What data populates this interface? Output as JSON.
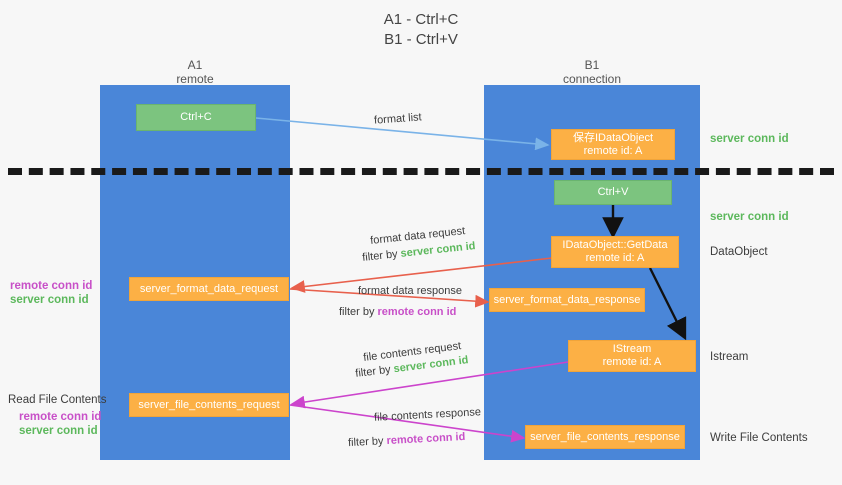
{
  "title": {
    "line1": "A1 - Ctrl+C",
    "line2": "B1 - Ctrl+V"
  },
  "lanes": [
    {
      "name": "A1",
      "sub": "remote"
    },
    {
      "name": "B1",
      "sub": "connection"
    }
  ],
  "colors": {
    "lane": "#4a86d8",
    "green_box": "#7cc47f",
    "orange_box": "#fcb045",
    "server_conn_id": "#5cb85c",
    "remote_conn_id": "#c850c8",
    "arrow_blue": "#7ab3e8",
    "arrow_red": "#e8604c",
    "arrow_magenta": "#cc44cc",
    "arrow_black": "#111111",
    "background": "#f7f7f7"
  },
  "boxes": {
    "ctrl_c": {
      "line1": "Ctrl+C"
    },
    "save_idataobject": {
      "line1": "保存IDataObject",
      "line2": "remote id: A"
    },
    "ctrl_v": {
      "line1": "Ctrl+V"
    },
    "getdata": {
      "line1": "IDataObject::GetData",
      "line2": "remote id: A"
    },
    "istream": {
      "line1": "IStream",
      "line2": "remote id: A"
    },
    "server_format_data_request": {
      "line1": "server_format_data_request"
    },
    "server_format_data_response": {
      "line1": "server_format_data_response"
    },
    "server_file_contents_request": {
      "line1": "server_file_contents_request"
    },
    "server_file_contents_response": {
      "line1": "server_file_contents_response"
    }
  },
  "edge_labels": {
    "format_list": "format list",
    "format_data_request": "format data request",
    "format_data_request_filter_prefix": "filter by ",
    "format_data_request_filter_value": "server conn id",
    "format_data_response": "format data response",
    "format_data_response_filter_prefix": "filter by ",
    "format_data_response_filter_value": "remote conn id",
    "file_contents_request": "file contents request",
    "file_contents_request_filter_prefix": "filter by ",
    "file_contents_request_filter_value": "server conn id",
    "file_contents_response": "file contents response",
    "file_contents_response_filter_prefix": "filter by ",
    "file_contents_response_filter_value": "remote conn id"
  },
  "right_labels": {
    "server_conn_id_top": "server conn id",
    "server_conn_id_mid": "server conn id",
    "dataobject": "DataObject",
    "istream": "Istream",
    "write_file_contents": "Write File Contents"
  },
  "left_labels": {
    "remote_conn_id_1": "remote conn id",
    "server_conn_id_1": "server conn id",
    "read_file_contents": "Read File Contents",
    "remote_conn_id_2": "remote conn id",
    "server_conn_id_2": "server conn id"
  }
}
